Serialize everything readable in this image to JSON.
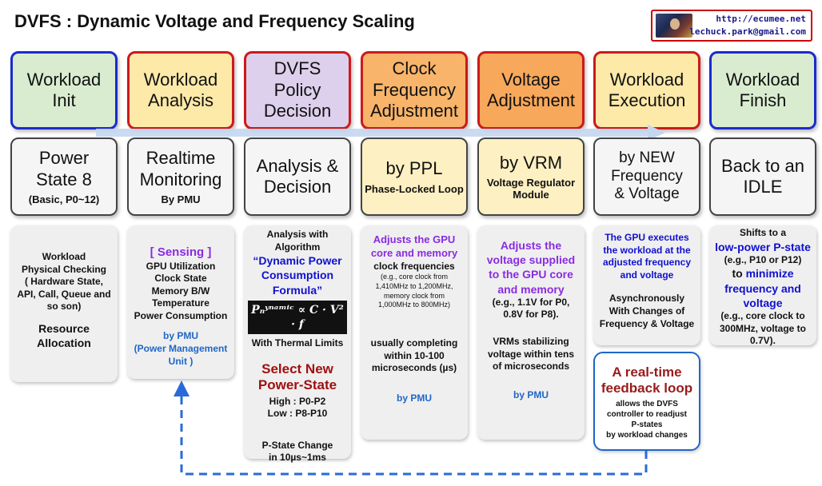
{
  "title": "DVFS : Dynamic Voltage and Frequency Scaling",
  "badge": {
    "url": "http://ecumee.net",
    "email": "lechuck.park@gmail.com"
  },
  "stages": [
    {
      "title": "Workload\nInit",
      "fill": "#d9ecd0",
      "border": "#1a2ccc"
    },
    {
      "title": "Workload\nAnalysis",
      "fill": "#fde9a8",
      "border": "#cc1a1a"
    },
    {
      "title": "DVFS\nPolicy\nDecision",
      "fill": "#dcd0ec",
      "border": "#cc1a1a"
    },
    {
      "title": "Clock\nFrequency\nAdjustment",
      "fill": "#f7b46a",
      "border": "#cc1a1a"
    },
    {
      "title": "Voltage\nAdjustment",
      "fill": "#f7a85a",
      "border": "#cc1a1a"
    },
    {
      "title": "Workload\nExecution",
      "fill": "#fde9a8",
      "border": "#cc1a1a"
    },
    {
      "title": "Workload\nFinish",
      "fill": "#d9ecd0",
      "border": "#1a2ccc"
    }
  ],
  "subs": [
    {
      "big": "Power\nState 8",
      "small": "(Basic, P0~12)"
    },
    {
      "big": "Realtime\nMonitoring",
      "small": "By PMU"
    },
    {
      "big": "Analysis &\nDecision",
      "small": ""
    },
    {
      "big": "by PPL",
      "small": "Phase-Locked Loop"
    },
    {
      "big": "by VRM",
      "small": "Voltage Regulator\nModule"
    },
    {
      "big": "by NEW\nFrequency\n& Voltage",
      "small": ""
    },
    {
      "big": "Back to an\nIDLE",
      "small": ""
    }
  ],
  "details": {
    "init": {
      "text1": "Workload\nPhysical Checking\n( Hardware State,\nAPI, Call, Queue and\nso son)",
      "text2": "Resource\nAllocation"
    },
    "analysis": {
      "sensing": "[ Sensing ]",
      "items": "GPU Utilization\nClock State\nMemory B/W\nTemperature\nPower Consumption",
      "pmu": "by PMU\n(Power Management\nUnit )"
    },
    "policy": {
      "intro": "Analysis with\nAlgorithm",
      "formula_name": "“Dynamic Power\nConsumption\nFormula”",
      "formula": "Pₙʸⁿᵃᵐⁱᶜ ∝ C · V² · f",
      "thermal": "With Thermal Limits",
      "select": "Select New\nPower-State",
      "high": "High : P0-P2",
      "low": "Low : P8-P10",
      "change": "P-State Change\nin 10µs~1ms"
    },
    "clock": {
      "head": "Adjusts the GPU\ncore and memory",
      "line": "clock frequencies",
      "example": "(e.g., core clock from\n1,410MHz to 1,200MHz,\nmemory clock from\n1,000MHz to 800MHz)",
      "timing": "usually completing\nwithin 10-100\nmicroseconds (µs)",
      "by": "by PMU"
    },
    "voltage": {
      "head": "Adjusts the\nvoltage supplied\nto the GPU core\nand memory",
      "example": "(e.g., 1.1V for P0,\n0.8V for P8).",
      "vrm": "VRMs stabilizing\nvoltage within tens\nof microseconds",
      "by": "by PMU"
    },
    "execution": {
      "head": "The GPU executes\nthe workload at the\nadjusted frequency\nand voltage",
      "async": "Asynchronously\nWith Changes of\nFrequency & Voltage"
    },
    "finish": {
      "l1": "Shifts to a",
      "l2": "low-power P-state",
      "l3": "(e.g., P10 or P12)",
      "l4": "to",
      "l5": "minimize",
      "l6": "frequency and\nvoltage",
      "l7": "(e.g., core clock to\n300MHz, voltage to\n0.7V)."
    }
  },
  "feedback": {
    "title": "A real-time\nfeedback loop",
    "text": "allows the DVFS\ncontroller to readjust\nP-states\nby workload changes"
  }
}
